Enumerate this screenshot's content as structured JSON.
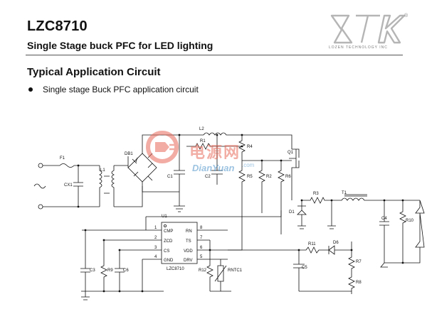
{
  "header": {
    "part_number": "LZC8710",
    "subtitle": "Single Stage buck PFC for LED lighting"
  },
  "logo": {
    "registered_mark": "®",
    "tagline": "LOZEN TECHNOLOGY INC"
  },
  "section": {
    "title": "Typical Application Circuit",
    "bullet": "Single stage Buck PFC application circuit"
  },
  "schematic": {
    "chip": {
      "designator": "U1",
      "name": "LZC8710",
      "pins_left": [
        {
          "number": "1",
          "name": "CMP"
        },
        {
          "number": "2",
          "name": "ZCD"
        },
        {
          "number": "3",
          "name": "CS"
        },
        {
          "number": "4",
          "name": "GND"
        }
      ],
      "pins_right": [
        {
          "number": "8",
          "name": "RN"
        },
        {
          "number": "7",
          "name": "TS"
        },
        {
          "number": "6",
          "name": "VDD"
        },
        {
          "number": "5",
          "name": "DRV"
        }
      ]
    },
    "labels": {
      "fuse": "F1",
      "inductor_l1": "L1",
      "cap_x": "CX1",
      "bridge": "DB1",
      "inductor_l2": "L2",
      "r1": "R1",
      "r4": "R4",
      "r5": "R5",
      "r2": "R2",
      "r6": "R6",
      "c1": "C1",
      "c2": "C2",
      "q1": "Q1",
      "d1": "D1",
      "r3": "R3",
      "t1": "T1",
      "c4": "C4",
      "r10": "R10",
      "r11": "R11",
      "d6": "D6",
      "r7": "R7",
      "r8": "R8",
      "c5": "C5",
      "rntc": "RNTC1",
      "r12": "R12",
      "c3": "C3",
      "r9": "R9",
      "c6": "C6"
    }
  },
  "watermark": {
    "title": "电源网",
    "site": "DianYuan",
    "suffix": ".com"
  },
  "colors": {
    "text": "#111111",
    "watermark_red": "#e8695a",
    "watermark_blue": "#5a9bcd",
    "logo_gray": "#b5b5b5"
  }
}
